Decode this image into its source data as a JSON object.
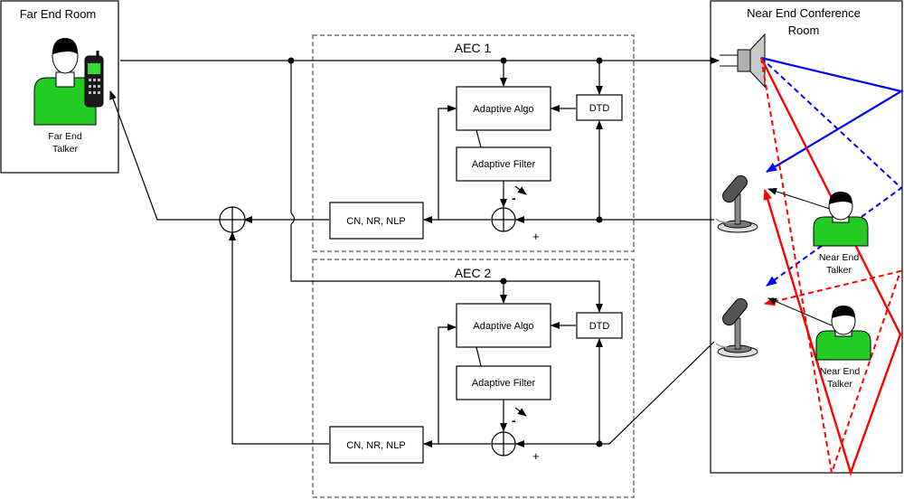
{
  "far_room": {
    "title": "Far End Room",
    "talker_line1": "Far End",
    "talker_line2": "Talker"
  },
  "near_room": {
    "title_line1": "Near End Conference",
    "title_line2": "Room"
  },
  "talker1": {
    "line1": "Near End",
    "line2": "Talker"
  },
  "talker2": {
    "line1": "Near End",
    "line2": "Talker"
  },
  "aec1": {
    "label": "AEC 1",
    "adaptive_algo": "Adaptive Algo",
    "dtd": "DTD",
    "adaptive_filter": "Adaptive Filter",
    "post": "CN, NR, NLP",
    "minus": "-",
    "plus": "+"
  },
  "aec2": {
    "label": "AEC 2",
    "adaptive_algo": "Adaptive Algo",
    "dtd": "DTD",
    "adaptive_filter": "Adaptive Filter",
    "post": "CN, NR, NLP",
    "minus": "-",
    "plus": "+"
  },
  "colors": {
    "direct_path": "#ff0000",
    "echo_path": "#0000ff",
    "talker_fill": "#22cc22",
    "speaker_fill": "#b0b0b0"
  }
}
